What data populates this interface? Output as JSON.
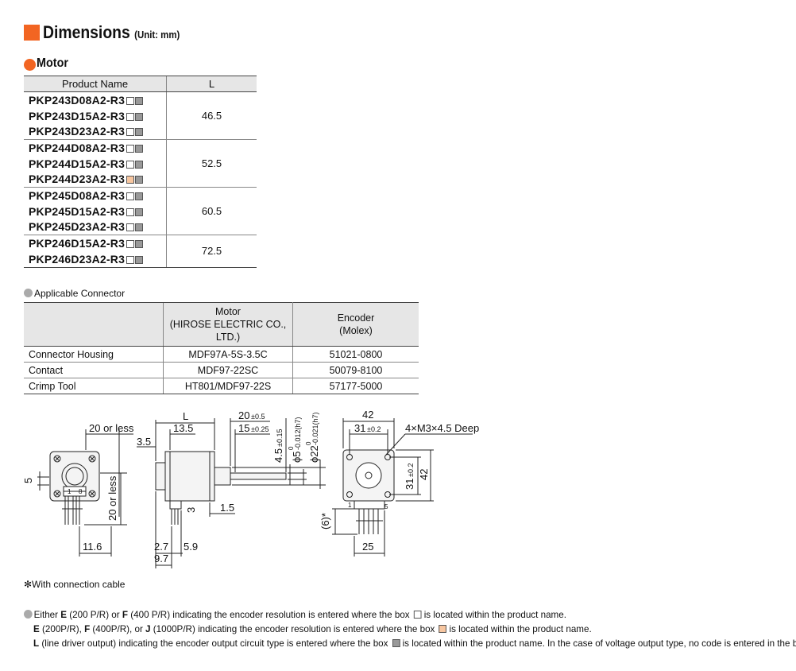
{
  "header": {
    "title": "Dimensions",
    "unit": "(Unit: mm)"
  },
  "motor": {
    "title": "Motor",
    "columns": [
      "Product Name",
      "L"
    ],
    "rows": [
      {
        "name": "PKP243D08A2-R3",
        "box1": "white",
        "box2": "gray"
      },
      {
        "name": "PKP243D15A2-R3",
        "box1": "white",
        "box2": "gray"
      },
      {
        "name": "PKP243D23A2-R3",
        "box1": "white",
        "box2": "gray"
      },
      {
        "name": "PKP244D08A2-R3",
        "box1": "white",
        "box2": "gray"
      },
      {
        "name": "PKP244D15A2-R3",
        "box1": "white",
        "box2": "gray"
      },
      {
        "name": "PKP244D23A2-R3",
        "box1": "orange",
        "box2": "gray"
      },
      {
        "name": "PKP245D08A2-R3",
        "box1": "white",
        "box2": "gray"
      },
      {
        "name": "PKP245D15A2-R3",
        "box1": "white",
        "box2": "gray"
      },
      {
        "name": "PKP245D23A2-R3",
        "box1": "white",
        "box2": "gray"
      },
      {
        "name": "PKP246D15A2-R3",
        "box1": "white",
        "box2": "gray"
      },
      {
        "name": "PKP246D23A2-R3",
        "box1": "white",
        "box2": "gray"
      }
    ],
    "lengths": [
      "46.5",
      "52.5",
      "60.5",
      "72.5"
    ]
  },
  "connector": {
    "title": "Applicable Connector",
    "col_motor": [
      "Motor",
      "(HIROSE ELECTRIC CO.,",
      "LTD.)"
    ],
    "col_encoder": [
      "Encoder",
      "(Molex)"
    ],
    "rows": [
      {
        "label": "Connector Housing",
        "motor": "MDF97A-5S-3.5C",
        "encoder": "51021-0800"
      },
      {
        "label": "Contact",
        "motor": "MDF97-22SC",
        "encoder": "50079-8100"
      },
      {
        "label": "Crimp Tool",
        "motor": "HT801/MDF97-22S",
        "encoder": "57177-5000"
      }
    ]
  },
  "drawing": {
    "dim_20_or_less": "20 or less",
    "dim_5": "5",
    "dim_11_6": "11.6",
    "pin_1": "1",
    "pin_8": "8",
    "dim_L": "L",
    "dim_13_5": "13.5",
    "dim_3_5": "3.5",
    "dim_3": "3",
    "dim_1_5": "1.5",
    "dim_2_7": "2.7",
    "dim_5_9": "5.9",
    "dim_9_7": "9.7",
    "dim_20": "20",
    "tol_0_5": "±0.5",
    "dim_15": "15",
    "tol_0_25": "±0.25",
    "dim_4_5": "4.5",
    "tol_0_15": "±0.15",
    "phi5": "ϕ5",
    "tol_h7_5": "-0.012(h7)",
    "phi22": "ϕ22",
    "tol_h7_22": "-0.021(h7)",
    "zero": "0",
    "dim_42": "42",
    "dim_31": "31",
    "tol_0_2": "±0.2",
    "screw": "4×M3×4.5 Deep",
    "dim_6": "(6)*",
    "pin_5": "5",
    "dim_25": "25"
  },
  "notes": {
    "asterisk": "✻With connection cable",
    "line1_a": "Either ",
    "line1_E": "E",
    "line1_b": " (200 P/R) or ",
    "line1_F": "F",
    "line1_c": " (400 P/R) indicating the encoder resolution is entered where the box ",
    "line1_d": " is located within the product name.",
    "line2_E": "E",
    "line2_a": " (200P/R), ",
    "line2_F": "F",
    "line2_b": " (400P/R), or ",
    "line2_J": "J",
    "line2_c": " (1000P/R) indicating the encoder resolution is entered where the box ",
    "line2_d": " is located within the product name.",
    "line3_L": "L",
    "line3_a": " (line driver output) indicating the encoder output circuit type is entered where the box ",
    "line3_b": " is located within the product name. In the case of voltage output type, no code is entered in the box ",
    "line3_c": "."
  },
  "colors": {
    "accent": "#f26522",
    "header_bg": "#e6e6e6",
    "orange_box": "#f7c6a0",
    "gray_box": "#999999"
  }
}
